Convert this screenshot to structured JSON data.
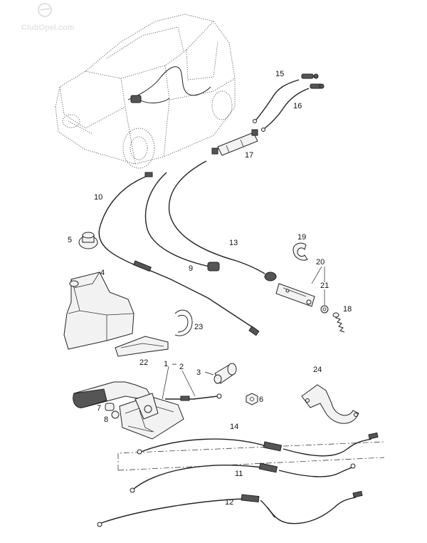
{
  "watermark": "ClubOpel.com",
  "labels": {
    "p1": "1",
    "p2": "2",
    "p3": "3",
    "p4": "4",
    "p5": "5",
    "p6": "6",
    "p7": "7",
    "p8": "8",
    "p9": "9",
    "p10": "10",
    "p11": "11",
    "p12": "12",
    "p13": "13",
    "p14": "14",
    "p15": "15",
    "p16": "16",
    "p17": "17",
    "p18": "18",
    "p19": "19",
    "p20": "20",
    "p21": "21",
    "p22": "22",
    "p23": "23",
    "p24": "24"
  }
}
